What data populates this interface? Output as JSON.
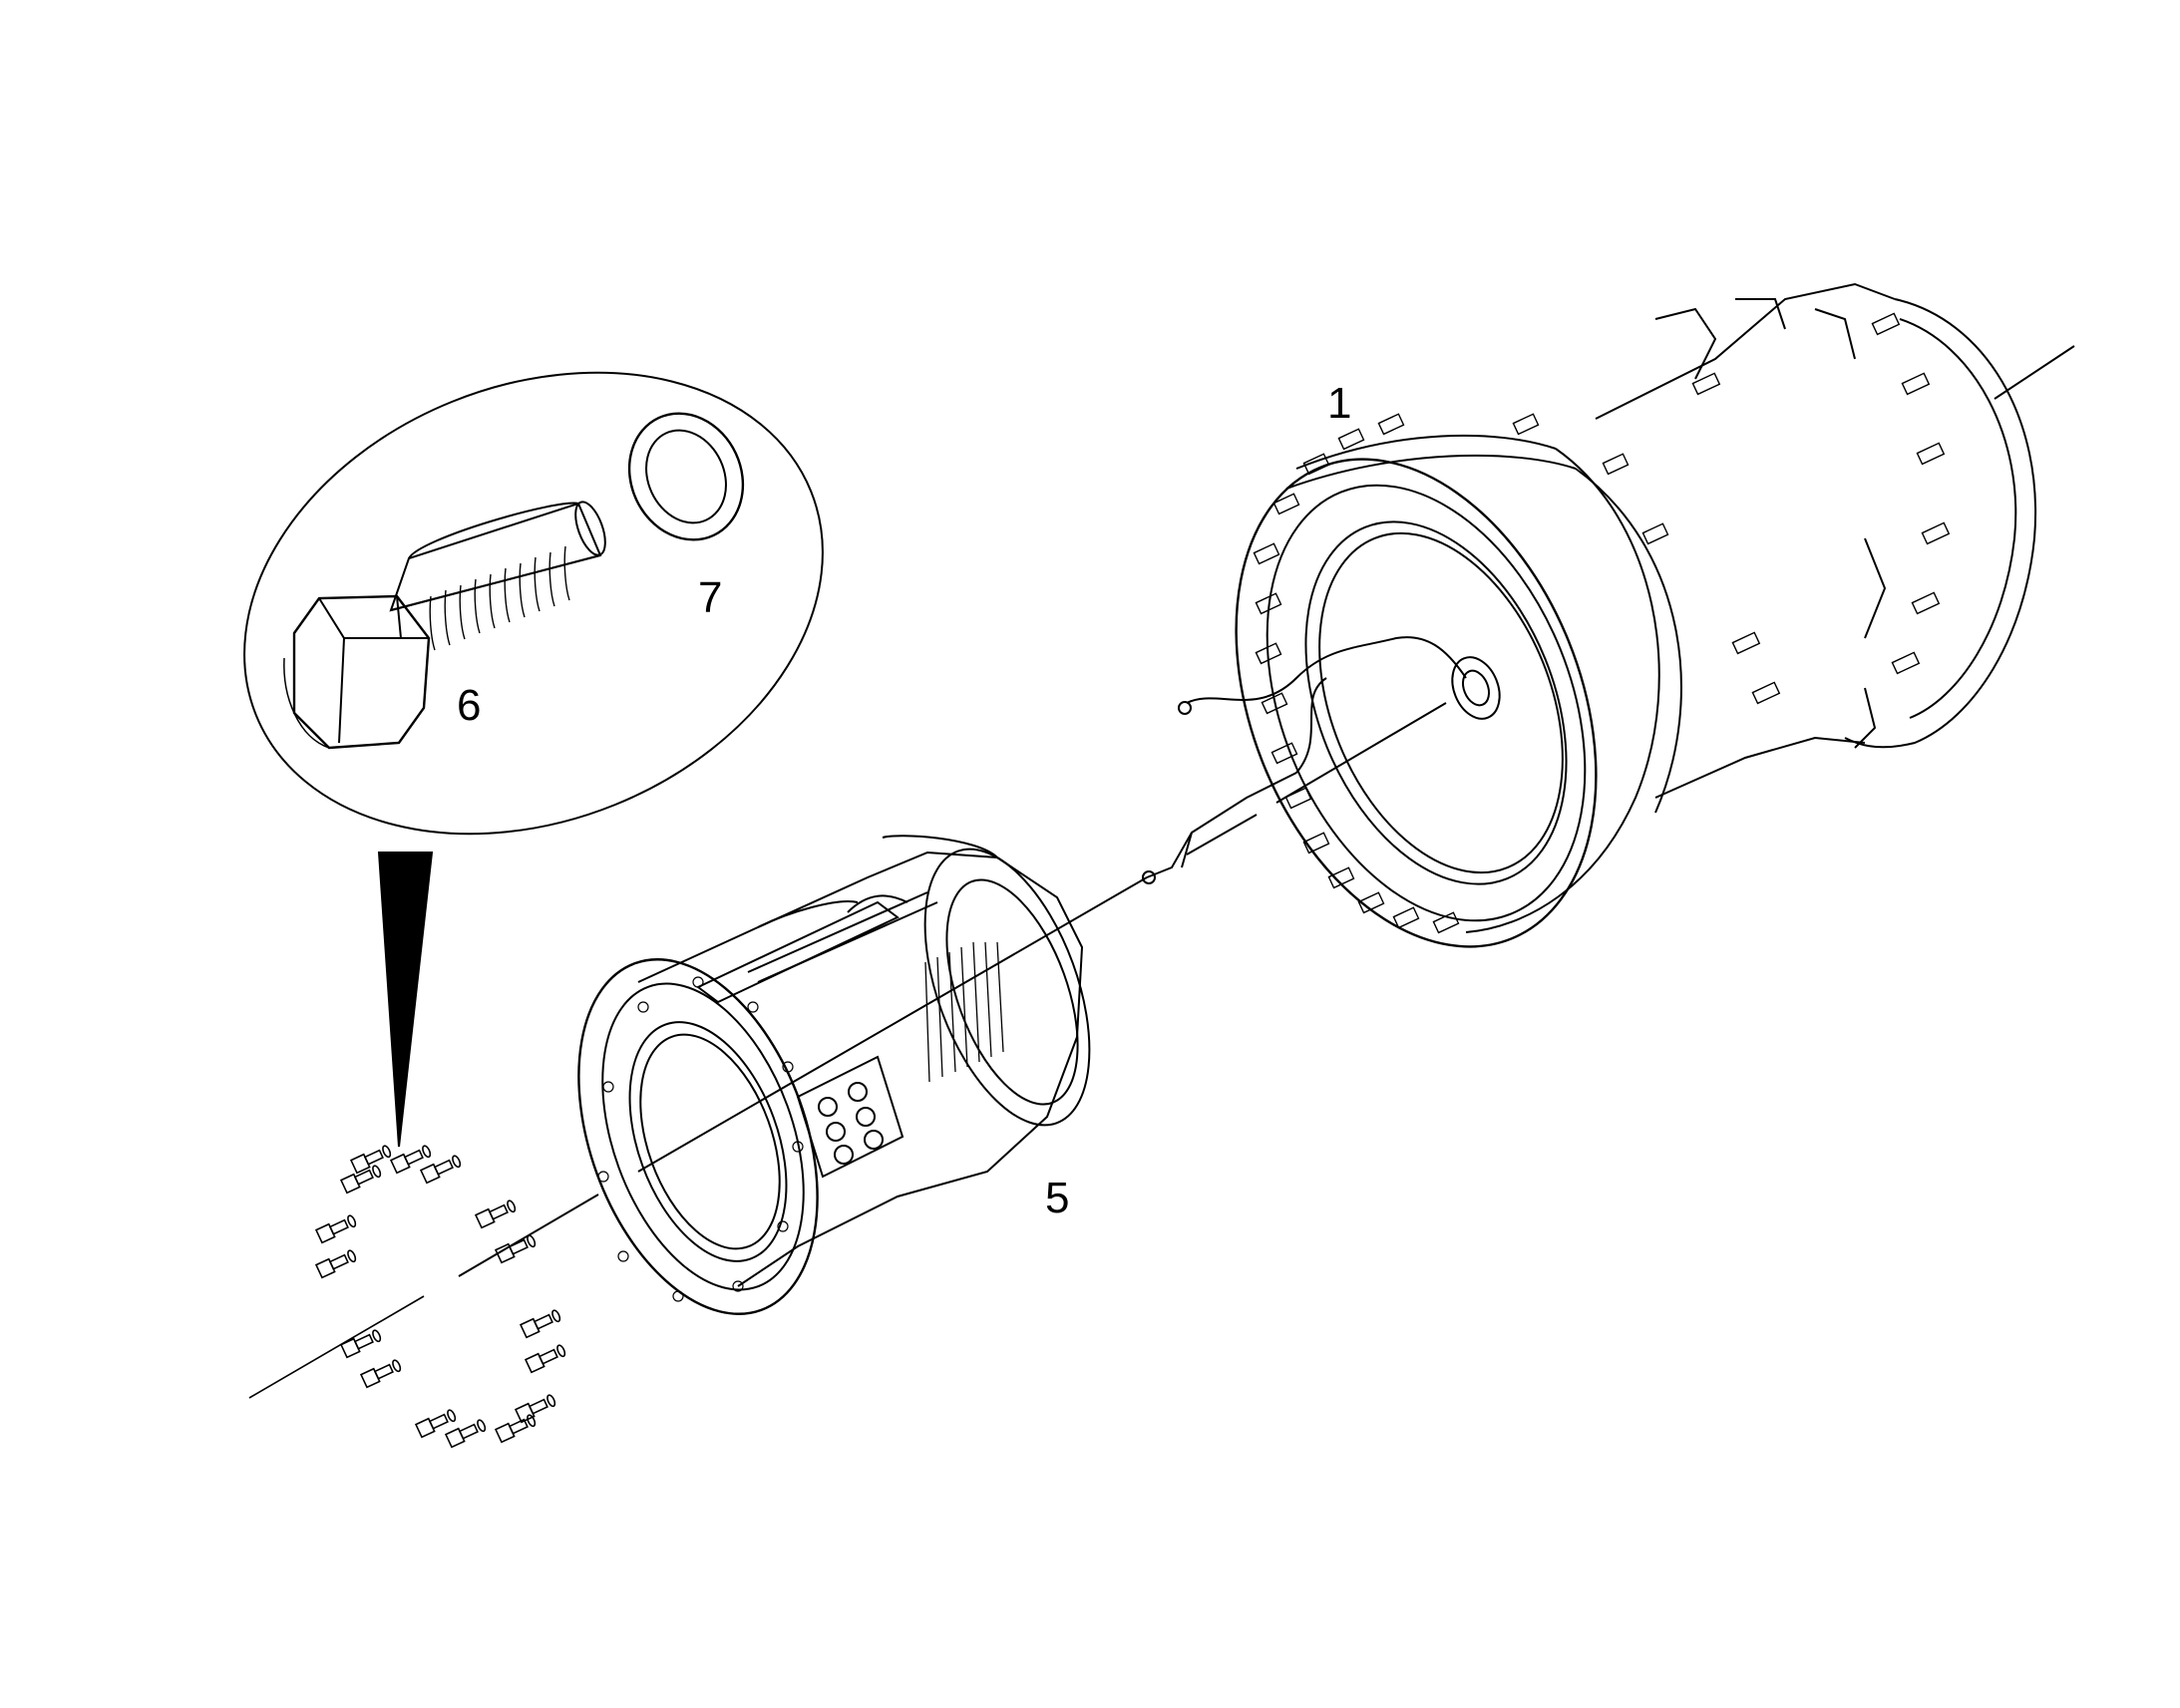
{
  "callouts": {
    "part_1": "1",
    "part_5": "5",
    "part_6": "6",
    "part_7": "7"
  },
  "colors": {
    "line": "#000000",
    "background": "#ffffff"
  }
}
